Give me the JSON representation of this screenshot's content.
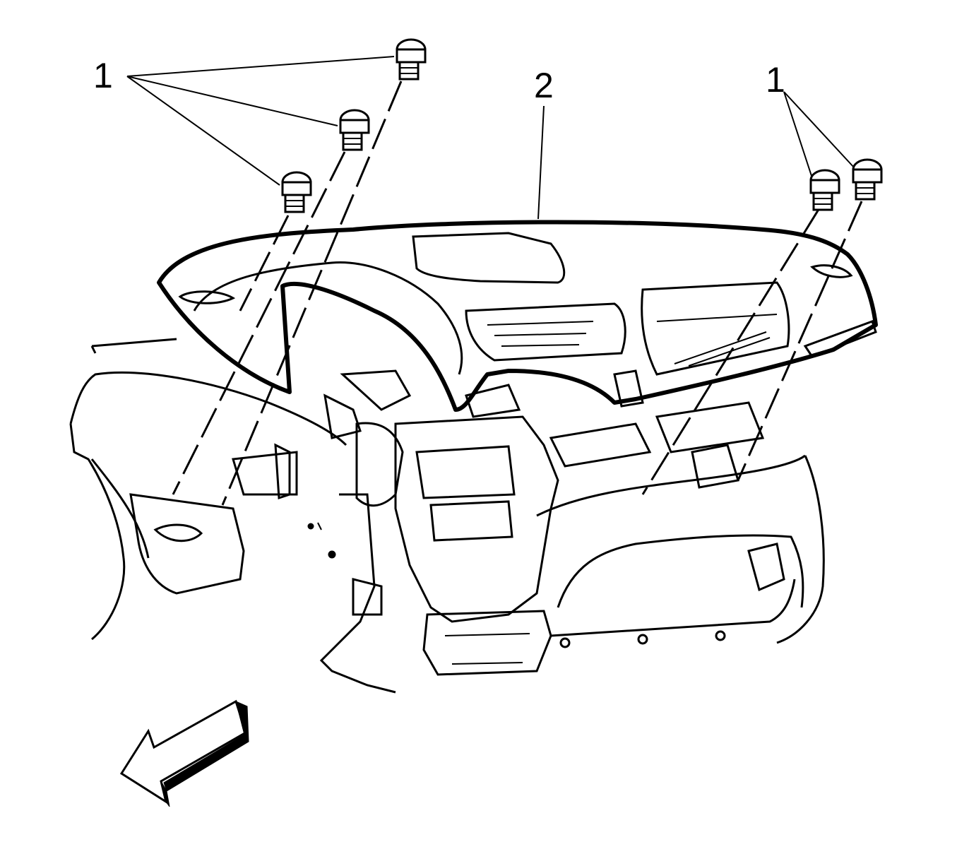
{
  "callouts": {
    "bolts_left": "1",
    "panel": "2",
    "bolts_right": "1"
  },
  "colors": {
    "line": "#000000",
    "background": "#ffffff"
  },
  "icons": {
    "direction_arrow": "front-direction-arrow-icon",
    "fastener": "bolt-icon"
  }
}
